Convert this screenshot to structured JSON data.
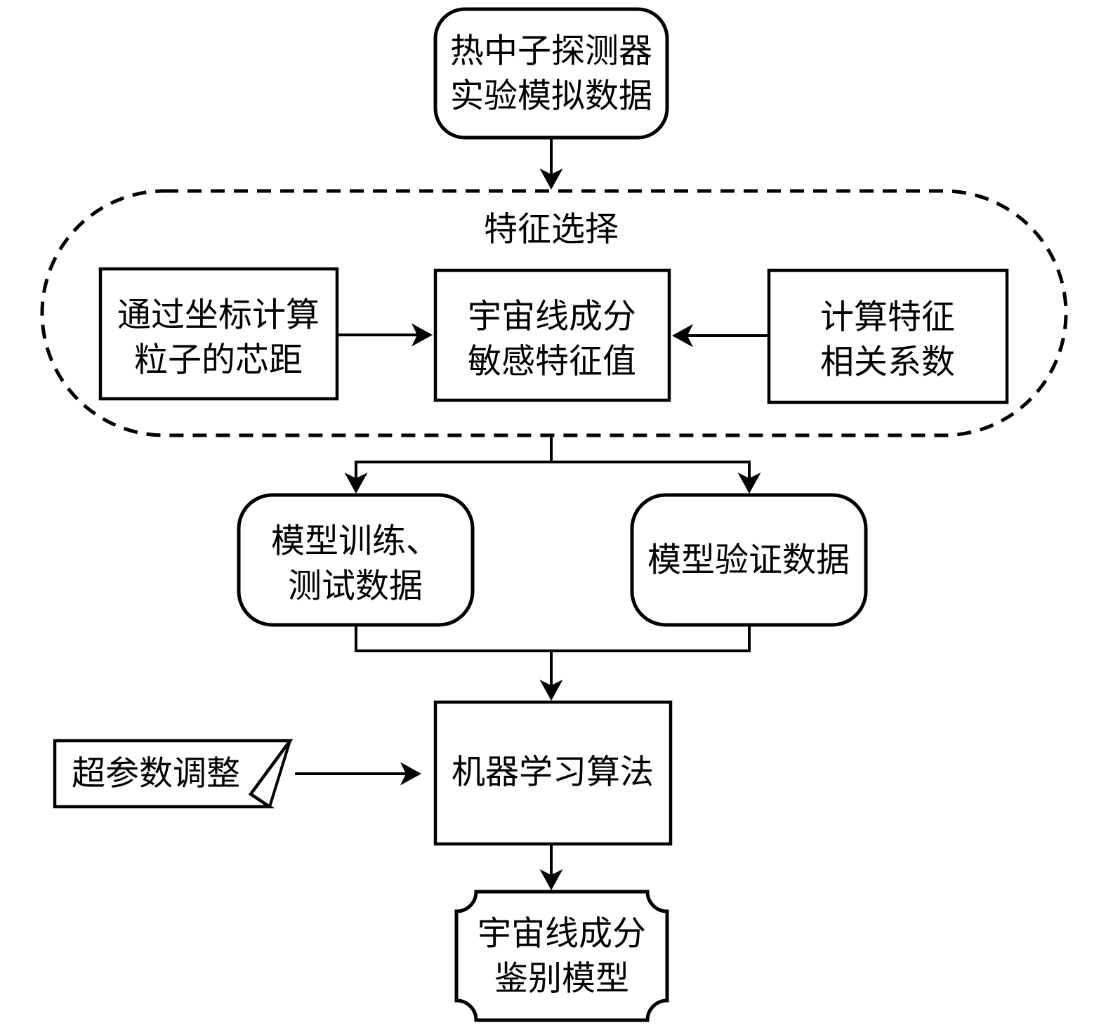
{
  "diagram": {
    "type": "flowchart",
    "colors": {
      "stroke": "#000000",
      "background": "#ffffff",
      "text": "#000000"
    },
    "nodes": {
      "source_data": {
        "shape": "rounded-rectangle",
        "lines": {
          "l1": "热中子探测器",
          "l2": "实验模拟数据"
        }
      },
      "feature_selection_group": {
        "shape": "dashed-stadium-container",
        "label": "特征选择"
      },
      "core_distance": {
        "shape": "rectangle",
        "lines": {
          "l1": "通过坐标计算",
          "l2": "粒子的芯距"
        }
      },
      "sensitive_features": {
        "shape": "rectangle",
        "lines": {
          "l1": "宇宙线成分",
          "l2": "敏感特征值"
        }
      },
      "correlation_coefficients": {
        "shape": "rectangle",
        "lines": {
          "l1": "计算特征",
          "l2": "相关系数"
        }
      },
      "train_test_data": {
        "shape": "rounded-rectangle",
        "lines": {
          "l1": "模型训练、",
          "l2": "测试数据"
        }
      },
      "validation_data": {
        "shape": "rounded-rectangle",
        "lines": {
          "l1": "模型验证数据"
        }
      },
      "ml_algorithm": {
        "shape": "rectangle",
        "lines": {
          "l1": "机器学习算法"
        }
      },
      "hyperparameter_tuning": {
        "shape": "folded-corner-card",
        "lines": {
          "l1": "超参数调整"
        }
      },
      "discrimination_model": {
        "shape": "plaque-notched-corners",
        "lines": {
          "l1": "宇宙线成分",
          "l2": "鉴别模型"
        }
      }
    },
    "edges": [
      {
        "from": "source_data",
        "to": "feature_selection_group",
        "arrow": true
      },
      {
        "from": "core_distance",
        "to": "sensitive_features",
        "arrow": true
      },
      {
        "from": "correlation_coefficients",
        "to": "sensitive_features",
        "arrow": true
      },
      {
        "from": "feature_selection_group",
        "to": "train_test_data",
        "arrow": true
      },
      {
        "from": "feature_selection_group",
        "to": "validation_data",
        "arrow": true
      },
      {
        "from": "train_test_data",
        "to": "ml_algorithm",
        "arrow": true
      },
      {
        "from": "validation_data",
        "to": "ml_algorithm",
        "arrow": true
      },
      {
        "from": "hyperparameter_tuning",
        "to": "ml_algorithm",
        "arrow": true
      },
      {
        "from": "ml_algorithm",
        "to": "discrimination_model",
        "arrow": true
      }
    ]
  }
}
